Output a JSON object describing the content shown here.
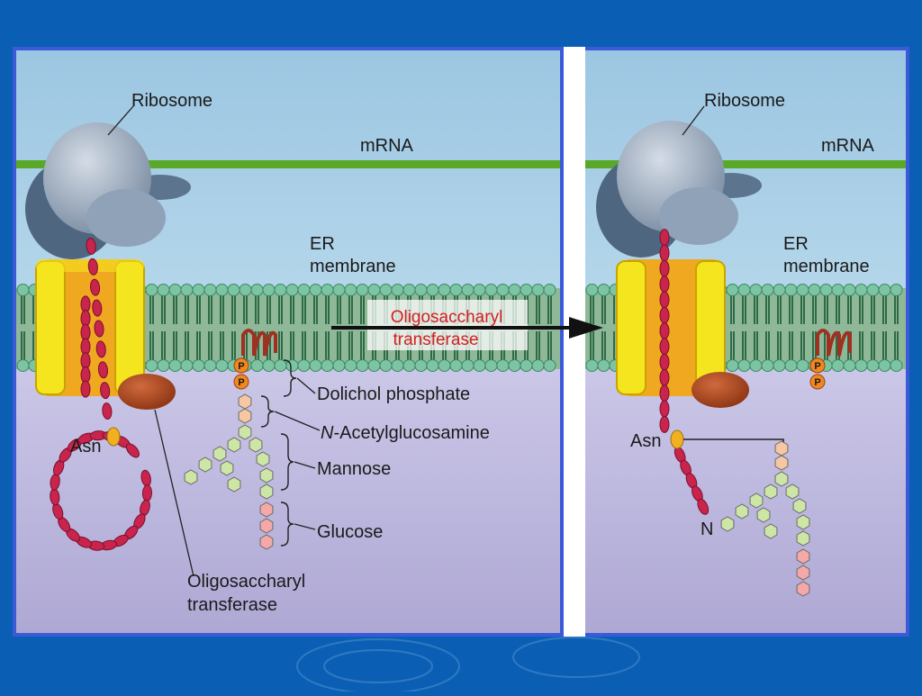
{
  "colors": {
    "background": "#0a5fb4",
    "cytosol": "#a9cde4",
    "lumen": "#c3c0e0",
    "mrna": "#5aa828",
    "lipid_head": "#7cc4a4",
    "translocon": "#f2e21e",
    "ribosome": "#8a9cb0",
    "peptide": "#c8244c",
    "oligosaccharyl_transferase": "#a0441c",
    "nacetylglucosamine": "#f5c7a2",
    "mannose": "#cde6a6",
    "glucose": "#f5a8a8",
    "dolichol": "#a03020",
    "arrow_label": "#d42020"
  },
  "left_panel": {
    "ribosome_label": "Ribosome",
    "mrna_label": "mRNA",
    "er_label_line1": "ER",
    "er_label_line2": "membrane",
    "asn_label": "Asn",
    "dolichol_phosphate_label": "Dolichol phosphate",
    "nacetylglucosamine_prefix": "N",
    "nacetylglucosamine_rest": "-Acetylglucosamine",
    "mannose_label": "Mannose",
    "glucose_label": "Glucose",
    "ost_label_line1": "Oligosaccharyl",
    "ost_label_line2": "transferase",
    "phosphate_letter": "P"
  },
  "arrow": {
    "label_line1": "Oligosaccharyl",
    "label_line2": "transferase"
  },
  "right_panel": {
    "ribosome_label": "Ribosome",
    "mrna_label": "mRNA",
    "er_label_line1": "ER",
    "er_label_line2": "membrane",
    "asn_label": "Asn",
    "n_terminus_label": "N",
    "phosphate_letter": "P"
  }
}
